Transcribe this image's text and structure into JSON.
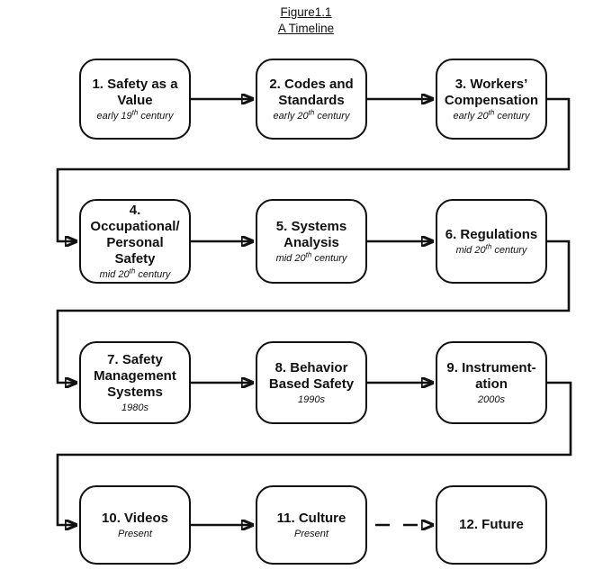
{
  "figure": {
    "label": "Figure1.1",
    "title": "A Timeline"
  },
  "nodes": [
    {
      "id": 1,
      "title": "1. Safety as a\nValue",
      "sub_prefix": "early 19",
      "sub_sup": "th",
      "sub_suffix": " century"
    },
    {
      "id": 2,
      "title": "2. Codes and\nStandards",
      "sub_prefix": "early 20",
      "sub_sup": "th",
      "sub_suffix": " century"
    },
    {
      "id": 3,
      "title": "3. Workers’\nCompensation",
      "sub_prefix": "early 20",
      "sub_sup": "th",
      "sub_suffix": " century"
    },
    {
      "id": 4,
      "title": "4.\nOccupational/\nPersonal Safety",
      "sub_prefix": "mid 20",
      "sub_sup": "th",
      "sub_suffix": " century"
    },
    {
      "id": 5,
      "title": "5. Systems\nAnalysis",
      "sub_prefix": "mid 20",
      "sub_sup": "th",
      "sub_suffix": " century"
    },
    {
      "id": 6,
      "title": "6. Regulations",
      "sub_prefix": "mid 20",
      "sub_sup": "th",
      "sub_suffix": " century"
    },
    {
      "id": 7,
      "title": "7. Safety\nManagement\nSystems",
      "sub_prefix": "1980s",
      "sub_sup": "",
      "sub_suffix": ""
    },
    {
      "id": 8,
      "title": "8. Behavior\nBased Safety",
      "sub_prefix": "1990s",
      "sub_sup": "",
      "sub_suffix": ""
    },
    {
      "id": 9,
      "title": "9. Instrument-\nation",
      "sub_prefix": "2000s",
      "sub_sup": "",
      "sub_suffix": ""
    },
    {
      "id": 10,
      "title": "10. Videos",
      "sub_prefix": "Present",
      "sub_sup": "",
      "sub_suffix": ""
    },
    {
      "id": 11,
      "title": "11. Culture",
      "sub_prefix": "Present",
      "sub_sup": "",
      "sub_suffix": ""
    },
    {
      "id": 12,
      "title": "12. Future",
      "sub_prefix": "",
      "sub_sup": "",
      "sub_suffix": ""
    }
  ],
  "edges": [
    {
      "from": 1,
      "to": 2,
      "style": "solid"
    },
    {
      "from": 2,
      "to": 3,
      "style": "solid"
    },
    {
      "from": 3,
      "to": 4,
      "style": "solid-wrap"
    },
    {
      "from": 4,
      "to": 5,
      "style": "solid"
    },
    {
      "from": 5,
      "to": 6,
      "style": "solid"
    },
    {
      "from": 6,
      "to": 7,
      "style": "solid-wrap"
    },
    {
      "from": 7,
      "to": 8,
      "style": "solid"
    },
    {
      "from": 8,
      "to": 9,
      "style": "solid"
    },
    {
      "from": 9,
      "to": 10,
      "style": "solid-wrap"
    },
    {
      "from": 10,
      "to": 11,
      "style": "solid"
    },
    {
      "from": 11,
      "to": 12,
      "style": "dashed"
    }
  ],
  "colors": {
    "line": "#111111",
    "background": "#ffffff",
    "text": "#111111"
  }
}
